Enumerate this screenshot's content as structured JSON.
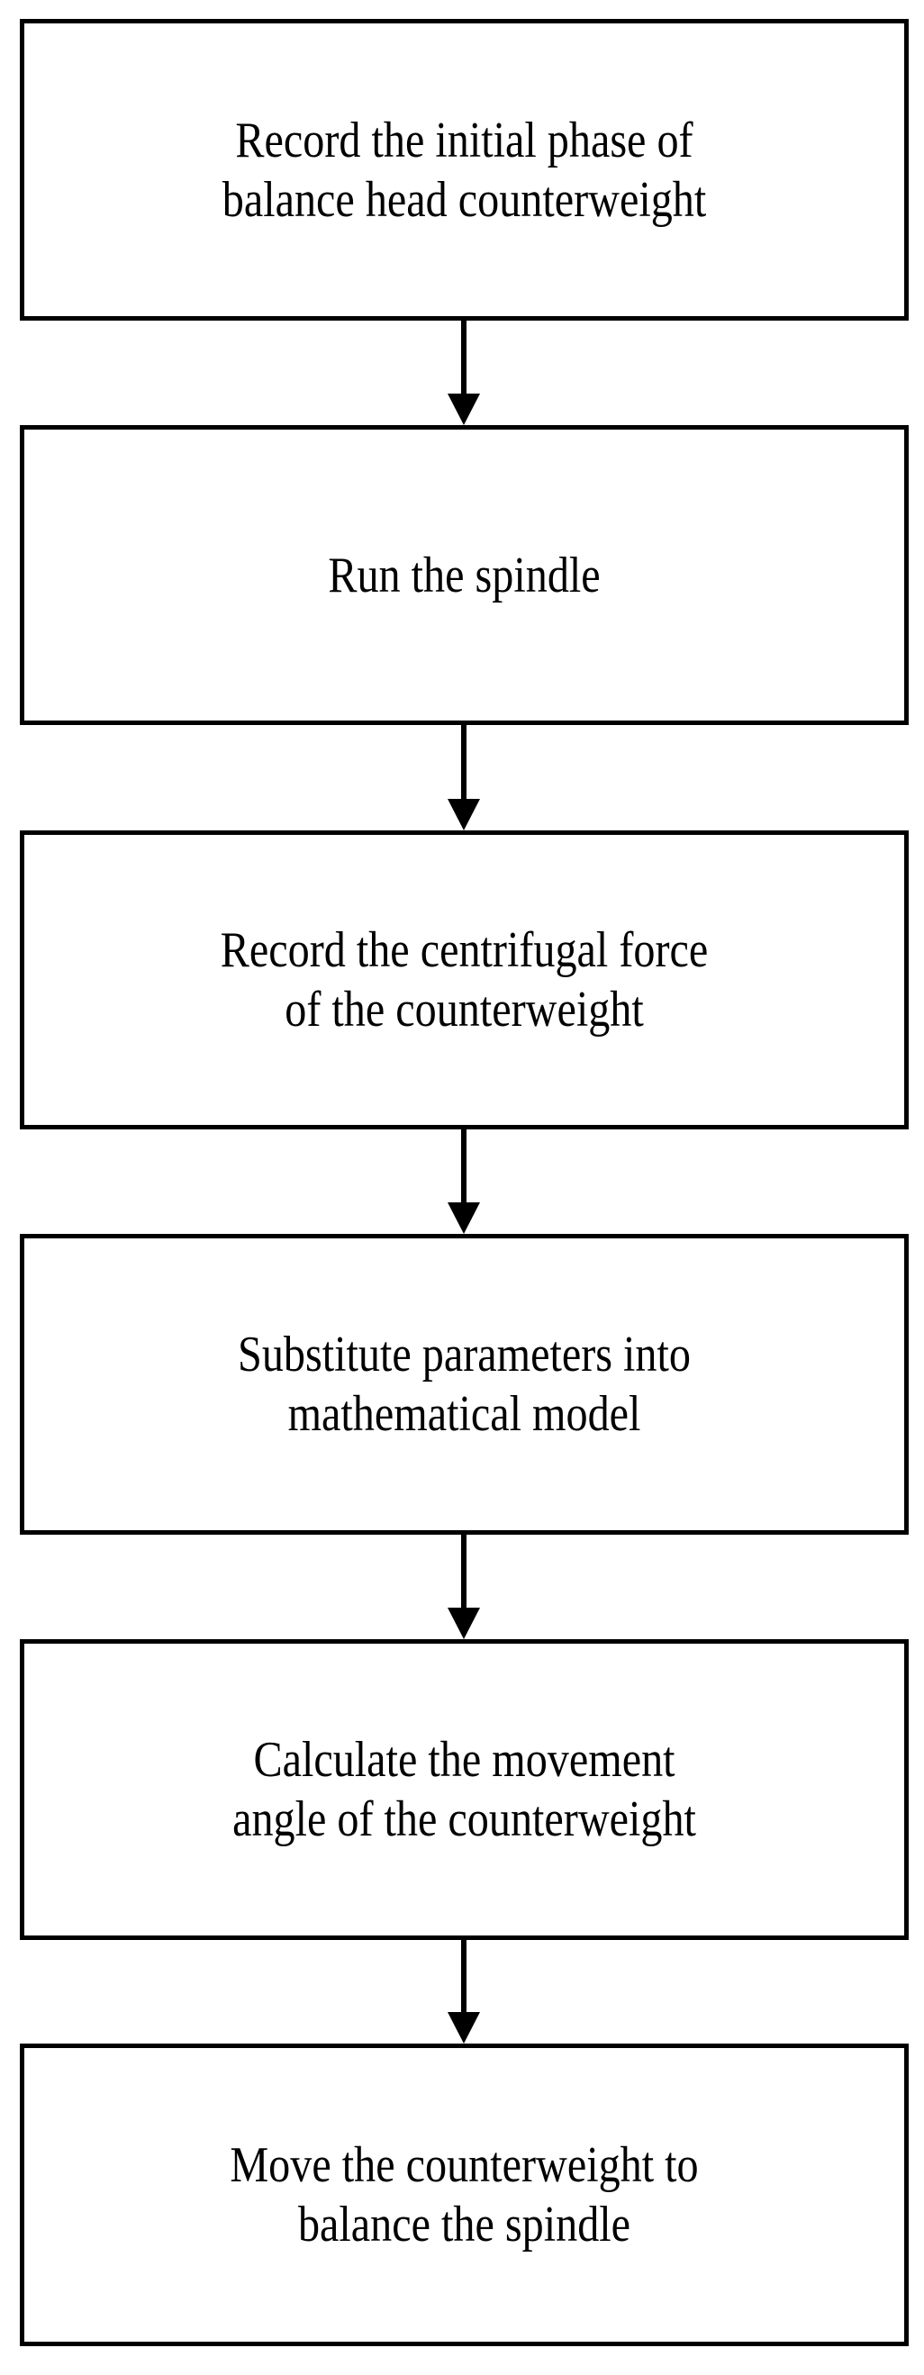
{
  "diagram": {
    "type": "flowchart",
    "orientation": "vertical-top-to-bottom",
    "background_color": "#ffffff",
    "line_color": "#000000",
    "text_color": "#000000",
    "nodes": [
      {
        "id": "node-1",
        "shape": "rectangle",
        "text": "Record the initial phase of\nbalance head counterweight"
      },
      {
        "id": "node-2",
        "shape": "rectangle",
        "text": "Run the spindle"
      },
      {
        "id": "node-3",
        "shape": "rectangle",
        "text": "Record the centrifugal force\nof the counterweight"
      },
      {
        "id": "node-4",
        "shape": "rectangle",
        "text": "Substitute parameters into\nmathematical model"
      },
      {
        "id": "node-5",
        "shape": "rectangle",
        "text": "Calculate the movement\nangle of the counterweight"
      },
      {
        "id": "node-6",
        "shape": "rectangle",
        "text": "Move the counterweight to\nbalance the spindle"
      }
    ],
    "connectors": [
      {
        "id": "conn-1",
        "from": "node-1",
        "to": "node-2",
        "arrow": "down-arrow",
        "label": ""
      },
      {
        "id": "conn-2",
        "from": "node-2",
        "to": "node-3",
        "arrow": "down-arrow",
        "label": ""
      },
      {
        "id": "conn-3",
        "from": "node-3",
        "to": "node-4",
        "arrow": "down-arrow",
        "label": ""
      },
      {
        "id": "conn-4",
        "from": "node-4",
        "to": "node-5",
        "arrow": "down-arrow",
        "label": ""
      },
      {
        "id": "conn-5",
        "from": "node-5",
        "to": "node-6",
        "arrow": "down-arrow",
        "label": ""
      }
    ]
  }
}
